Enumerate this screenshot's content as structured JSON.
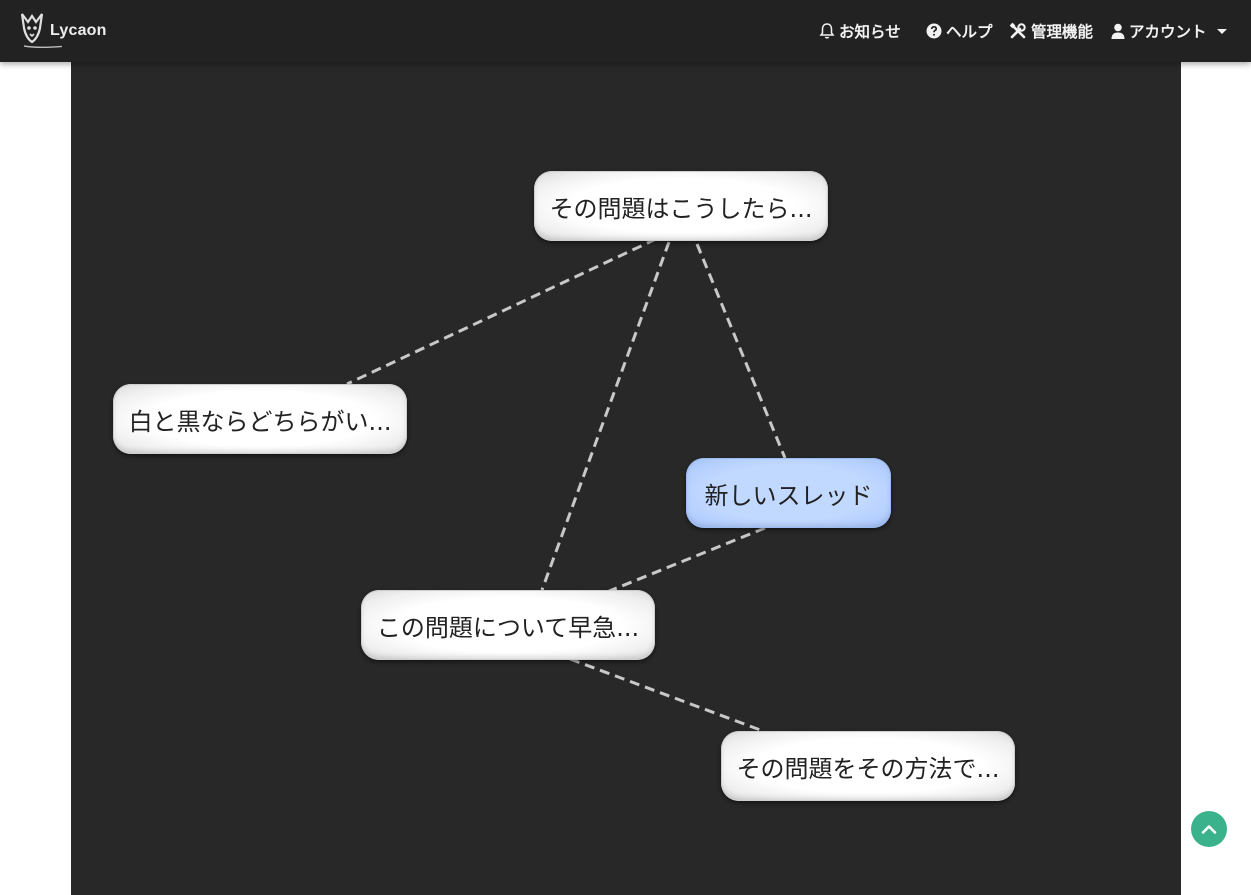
{
  "navbar": {
    "brand": "Lycaon",
    "items": [
      {
        "label": "お知らせ",
        "icon": "bell-icon"
      },
      {
        "label": "ヘルプ",
        "icon": "question-circle-icon"
      },
      {
        "label": "管理機能",
        "icon": "tools-icon"
      },
      {
        "label": "アカウント",
        "icon": "user-icon"
      }
    ]
  },
  "graph": {
    "nodes": [
      {
        "label": "その問題はこうしたら...",
        "selected": false
      },
      {
        "label": "白と黒ならどちらがい...",
        "selected": false
      },
      {
        "label": "新しいスレッド",
        "selected": true
      },
      {
        "label": "この問題について早急...",
        "selected": false
      },
      {
        "label": "その問題をその方法で...",
        "selected": false
      }
    ],
    "edges": [
      [
        0,
        1
      ],
      [
        0,
        2
      ],
      [
        0,
        3
      ],
      [
        2,
        3
      ],
      [
        3,
        4
      ]
    ]
  },
  "colors": {
    "navbar_bg": "#222222",
    "panel_bg": "#282828",
    "node_bg": "#ffffff",
    "node_selected_bg": "#b4cfff",
    "edge": "#c8c8c8",
    "scroll_top_bg": "#3ab28b"
  },
  "scroll_top": {
    "icon": "chevron-up-icon"
  }
}
